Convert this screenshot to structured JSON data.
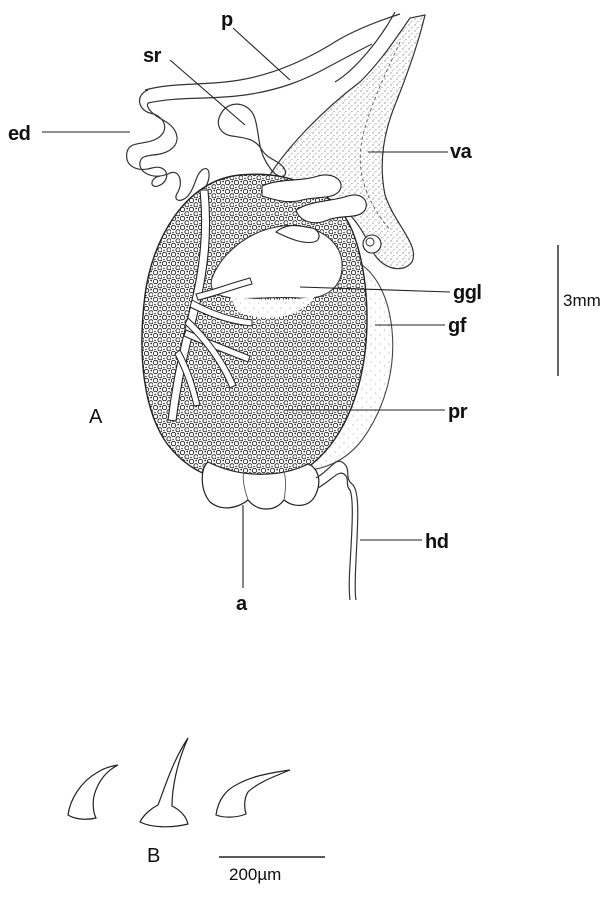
{
  "panel_a": {
    "panel_label": "A",
    "labels": {
      "p": "p",
      "sr": "sr",
      "ed": "ed",
      "va": "va",
      "ggl": "ggl",
      "gf": "gf",
      "pr": "pr",
      "hd": "hd",
      "a": "a"
    },
    "scale_bar_label": "3mm"
  },
  "panel_b": {
    "panel_label": "B",
    "scale_bar_label": "200µm"
  }
}
